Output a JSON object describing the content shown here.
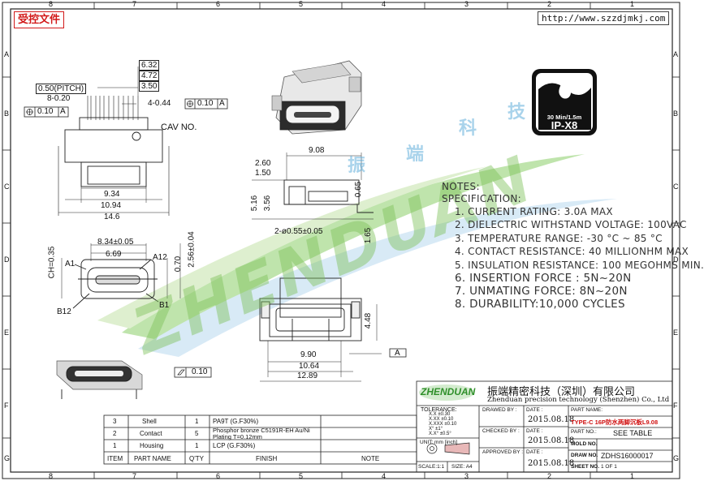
{
  "header": {
    "badge": "受控文件",
    "url": "http://www.szzdjmkj.com"
  },
  "border": {
    "top_ticks": [
      "8",
      "7",
      "6",
      "5",
      "4",
      "3",
      "2",
      "1"
    ],
    "side_ticks": [
      "A",
      "B",
      "C",
      "D",
      "E",
      "F",
      "G"
    ]
  },
  "watermark": {
    "brand": "ZHENDUAN",
    "chinese": [
      "振",
      "端",
      "科",
      "技"
    ]
  },
  "ip_badge": {
    "depth": "30 Min/1.5m",
    "rating": "IP-X8"
  },
  "labels": {
    "cav": "CAV NO.",
    "datum_a": "A",
    "pitch": "0.50(PITCH)",
    "pin_range": "8-0.20",
    "hole_range": "4-0.44",
    "pos_tol": "0.10",
    "flat_tol": "0.10",
    "datum_ref": "A",
    "pin_a1": "A1",
    "pin_a12": "A12",
    "pin_b1": "B1",
    "pin_b12": "B12",
    "holes": "2-ø0.55±0.05"
  },
  "dims": {
    "d632": "6.32",
    "d472": "4.72",
    "d350": "3.50",
    "d934": "9.34",
    "d1094": "10.94",
    "d146": "14.6",
    "d908": "9.08",
    "d260": "2.60",
    "d150": "1.50",
    "d516": "5.16",
    "d356": "3.56",
    "d065": "0.65",
    "d165": "1.65",
    "d834": "8.34±0.05",
    "d669": "6.69",
    "d035": "CH=0.35",
    "d070": "0.70",
    "d256": "2.56±0.04",
    "d448": "4.48",
    "d990": "9.90",
    "d1064": "10.64",
    "d1289": "12.89"
  },
  "notes": {
    "heading": "NOTES:",
    "subheading": "SPECIFICATION:",
    "items": [
      "1. CURRENT RATING: 3.0A MAX",
      "2. DIELECTRIC WITHSTAND VOLTAGE: 100VAC",
      "3. TEMPERATURE RANGE: -30 °C ~ 85 °C",
      "4. CONTACT RESISTANCE: 40 MILLIONHM MAX",
      "5. INSULATION RESISTANCE: 100 MEGOHMS MIN.",
      "6. INSERTION FORCE : 5N~20N",
      "7. UNMATING FORCE: 8N~20N",
      "8. DURABILITY:10,000 CYCLES"
    ]
  },
  "bom": {
    "rows": [
      {
        "item": "3",
        "name": "Shell",
        "qty": "1",
        "finish": "PA9T (G.F30%)"
      },
      {
        "item": "2",
        "name": "Contact",
        "qty": "5",
        "finish": "Phosphor bronze C5191R-EH  Au/Ni  Plating  T=0.12mm"
      },
      {
        "item": "1",
        "name": "Housing",
        "qty": "1",
        "finish": "LCP (G.F30%)"
      }
    ],
    "headers": [
      "ITEM",
      "PART  NAME",
      "Q'TY",
      "FINISH",
      "NOTE"
    ]
  },
  "title_block": {
    "brand": "ZHENDUAN",
    "company_cn": "振端精密科技（深圳）有限公司",
    "company_en": "Zhenduan precision technology (Shenzhen) Co., Ltd",
    "tolerance_label": "TOLERANCE:",
    "tolerance": [
      "X.X  ±0.30",
      "X.XX  ±0.10",
      "X.XXX  ±0.10",
      "X°  ±1°",
      "X.X°  ±0.5°"
    ],
    "drawn_by": "DRAWED BY :",
    "checked_by": "CHECKED BY :",
    "approved_by": "APPROVED BY :",
    "date_label": "DATE :",
    "dates": [
      "2015.08.18",
      "2015.08.18",
      "2015.08.18"
    ],
    "part_name_label": "PART NAME:",
    "part_name": "TYPE-C 16P防水两脚沉板L9.08",
    "part_no_label": "PART NO.:",
    "mold_no_label": "MOLD NO.",
    "mold_no": "SEE TABLE",
    "draw_no_label": "DRAW NO.",
    "draw_no": "ZDHS16000017",
    "sheet_no_label": "SHEET NO.",
    "sheet_no": "1 OF 1",
    "unit": "UNIT: mm [inch]",
    "scale": "SCALE:1:1",
    "size": "SIZE: A4"
  }
}
